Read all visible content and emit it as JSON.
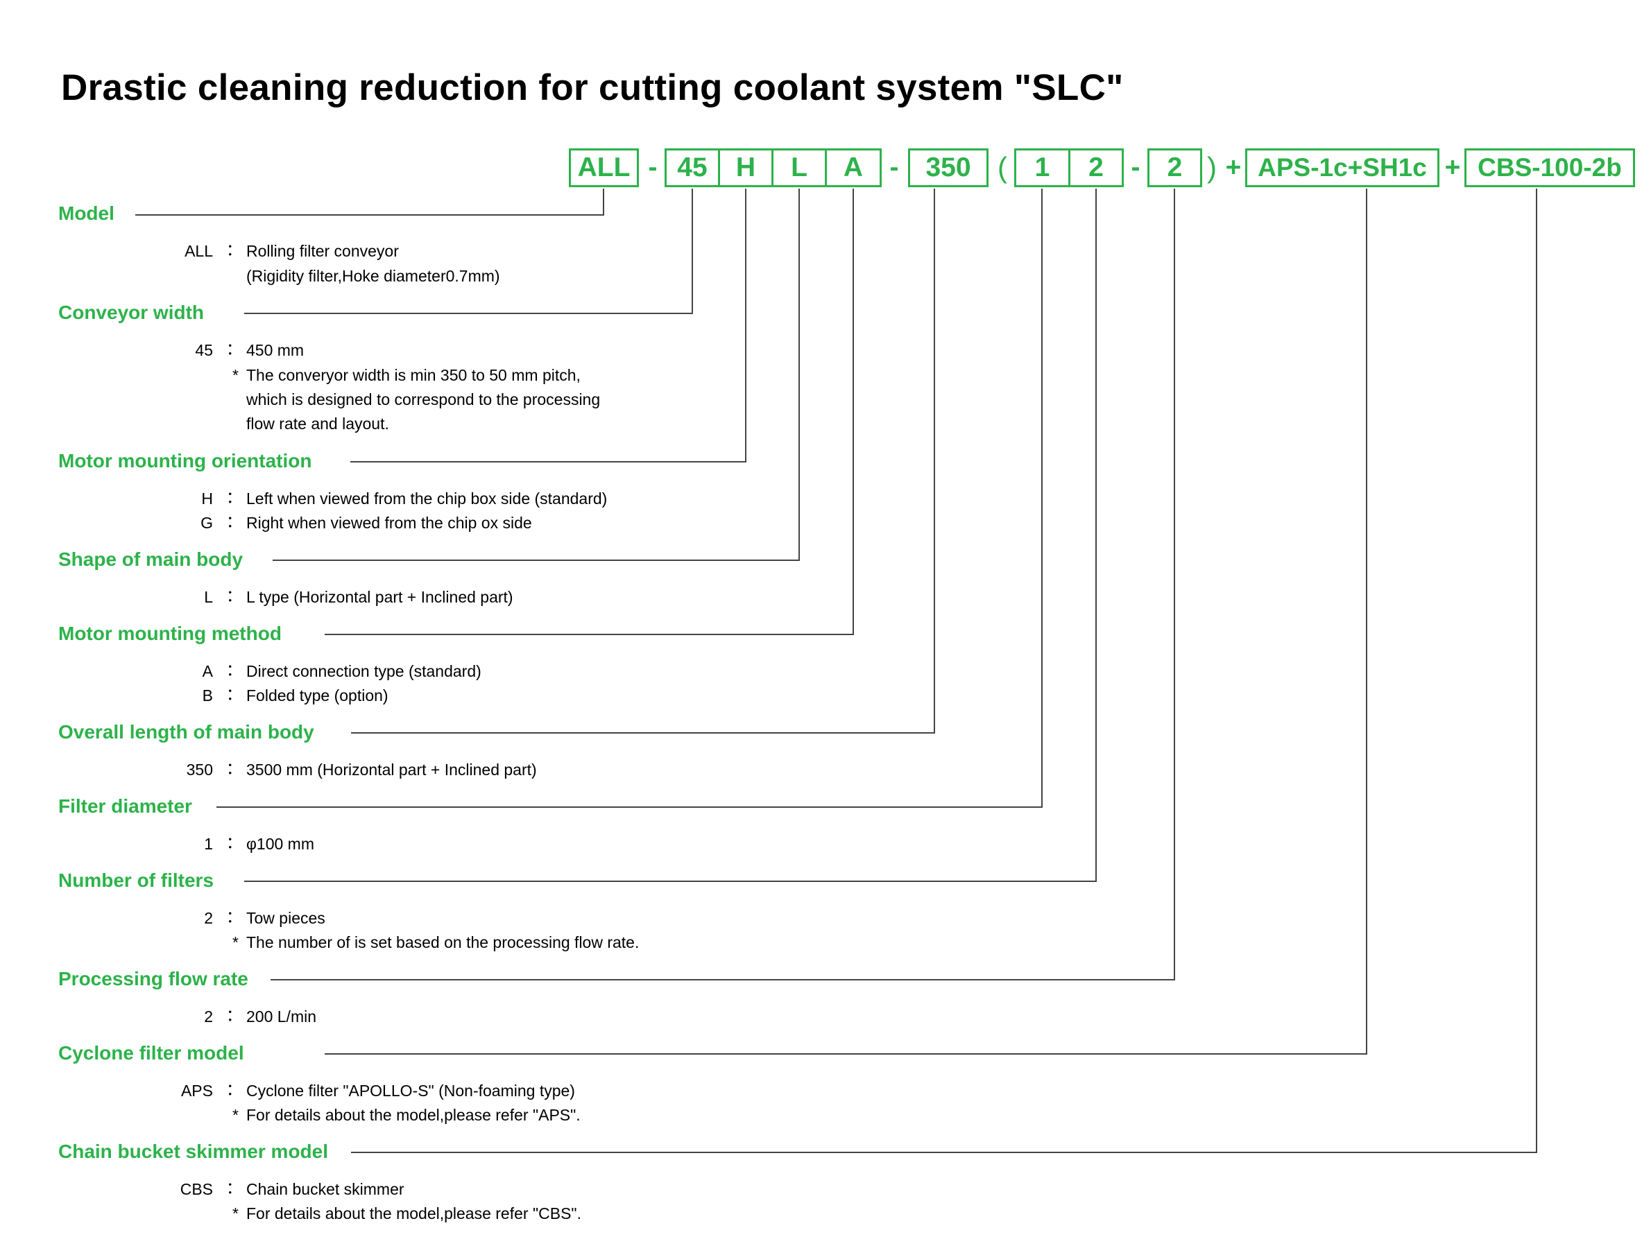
{
  "title": "Drastic cleaning reduction for cutting coolant system \"SLC\"",
  "model_code": {
    "boxes": [
      "ALL",
      "45",
      "H",
      "L",
      "A",
      "350",
      "1",
      "2",
      "2",
      "APS-1c+SH1c",
      "CBS-100-2b"
    ],
    "separators": [
      "-",
      "-",
      "(",
      "-",
      ")",
      "+",
      "+"
    ]
  },
  "colors": {
    "accent": "#2db24a",
    "line": "#444444",
    "text": "#000000"
  },
  "sections": [
    {
      "heading": "Model",
      "lines": [
        {
          "code": "ALL",
          "colon": "：",
          "text": "Rolling filter conveyor"
        },
        {
          "text": "(Rigidity filter,Hoke diameter0.7mm)"
        }
      ]
    },
    {
      "heading": "Conveyor width",
      "lines": [
        {
          "code": "45",
          "colon": "：",
          "text": "450 mm"
        },
        {
          "star": "*",
          "text": "The converyor width is min 350 to 50 mm pitch,"
        },
        {
          "text": "which is designed to correspond to the processing"
        },
        {
          "text": "flow rate  and layout."
        }
      ]
    },
    {
      "heading": "Motor mounting orientation",
      "lines": [
        {
          "code": "H",
          "colon": "：",
          "text": "Left when viewed from the chip box side (standard)"
        },
        {
          "code": "G",
          "colon": "：",
          "text": "Right when viewed from the chip ox side"
        }
      ]
    },
    {
      "heading": "Shape of main body",
      "lines": [
        {
          "code": "L",
          "colon": "：",
          "text": "L type (Horizontal part + Inclined part)"
        }
      ]
    },
    {
      "heading": "Motor mounting method",
      "lines": [
        {
          "code": "A",
          "colon": "：",
          "text": "Direct connection type (standard)"
        },
        {
          "code": "B",
          "colon": "：",
          "text": "Folded type (option)"
        }
      ]
    },
    {
      "heading": "Overall length of main body",
      "lines": [
        {
          "code": "350",
          "colon": "：",
          "text": "3500 mm (Horizontal part + Inclined part)"
        }
      ]
    },
    {
      "heading": "Filter diameter",
      "lines": [
        {
          "code": "1",
          "colon": "：",
          "text": "φ100 mm"
        }
      ]
    },
    {
      "heading": "Number of filters",
      "lines": [
        {
          "code": "2",
          "colon": "：",
          "text": "Tow pieces"
        },
        {
          "star": "*",
          "text": "The number of is set based on the processing flow rate."
        }
      ]
    },
    {
      "heading": "Processing flow rate",
      "lines": [
        {
          "code": "2",
          "colon": "：",
          "text": "200 L/min"
        }
      ]
    },
    {
      "heading": "Cyclone filter model",
      "lines": [
        {
          "code": "APS",
          "colon": "：",
          "text": "Cyclone filter \"APOLLO-S\" (Non-foaming type)"
        },
        {
          "star": "*",
          "text": "For details about the model,please refer \"APS\"."
        }
      ]
    },
    {
      "heading": "Chain bucket skimmer model",
      "lines": [
        {
          "code": "CBS",
          "colon": "：",
          "text": "Chain bucket skimmer"
        },
        {
          "star": "*",
          "text": "For details about the model,please refer \"CBS\"."
        }
      ]
    }
  ]
}
